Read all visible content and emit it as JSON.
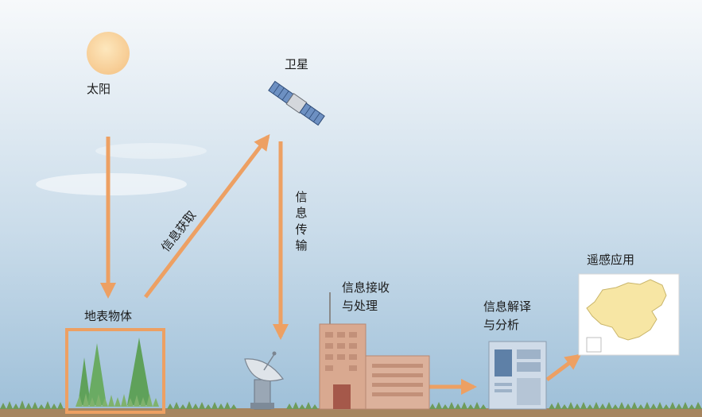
{
  "diagram": {
    "nodes": {
      "sun": "太阳",
      "satellite": "卫星",
      "ground_objects": "地表物体",
      "receive_process_line1": "信息接收",
      "receive_process_line2": "与处理",
      "interpret_analyze_line1": "信息解译",
      "interpret_analyze_line2": "与分析",
      "applications": "遥感应用"
    },
    "edges": {
      "acquisition": "信息获取",
      "transmission": "信息传输"
    }
  },
  "colors": {
    "sky_top": "#ffffff",
    "sky_bottom": "#9dbfd8",
    "arrow": "#eda063",
    "sun": "#f8d49c",
    "tree": "#5fa15a",
    "building": "#d9a990",
    "ground": "#a6855f",
    "map_fill": "#f7e6a4"
  }
}
